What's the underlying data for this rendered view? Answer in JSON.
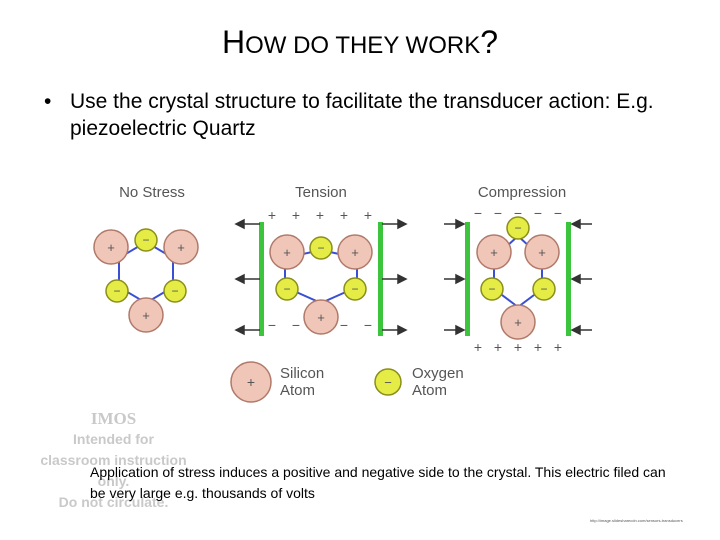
{
  "slide": {
    "title_first": "H",
    "title_rest": "OW DO THEY WORK",
    "title_end": "?",
    "bullet_symbol": "•",
    "bullet_text": "Use the crystal structure to facilitate the transducer action:  E.g. piezoelectric Quartz",
    "caption": "Application of stress induces a positive and negative side to the crystal.  This electric filed can be very large e.g. thousands of volts",
    "credit": "http://image.slidesharecdn.com/sensors-transducers"
  },
  "watermark": {
    "line1": "IMOS",
    "line2": "Intended for",
    "line3": "classroom instruction",
    "line4": "only.",
    "line5": "Do not circulate."
  },
  "diagram": {
    "panel_no_stress": "No Stress",
    "panel_tension": "Tension",
    "panel_compression": "Compression",
    "legend_silicon_line1": "Silicon",
    "legend_silicon_line2": "Atom",
    "legend_oxygen_line1": "Oxygen",
    "legend_oxygen_line2": "Atom",
    "plus": "+",
    "minus": "−",
    "colors": {
      "silicon_fill": "#efc6b8",
      "silicon_stroke": "#b07a6a",
      "oxygen_fill": "#e4ec45",
      "oxygen_stroke": "#8a8e1a",
      "bond": "#3a4fd6",
      "plate": "#3cc43c",
      "arrow": "#333333",
      "label": "#555555"
    }
  }
}
